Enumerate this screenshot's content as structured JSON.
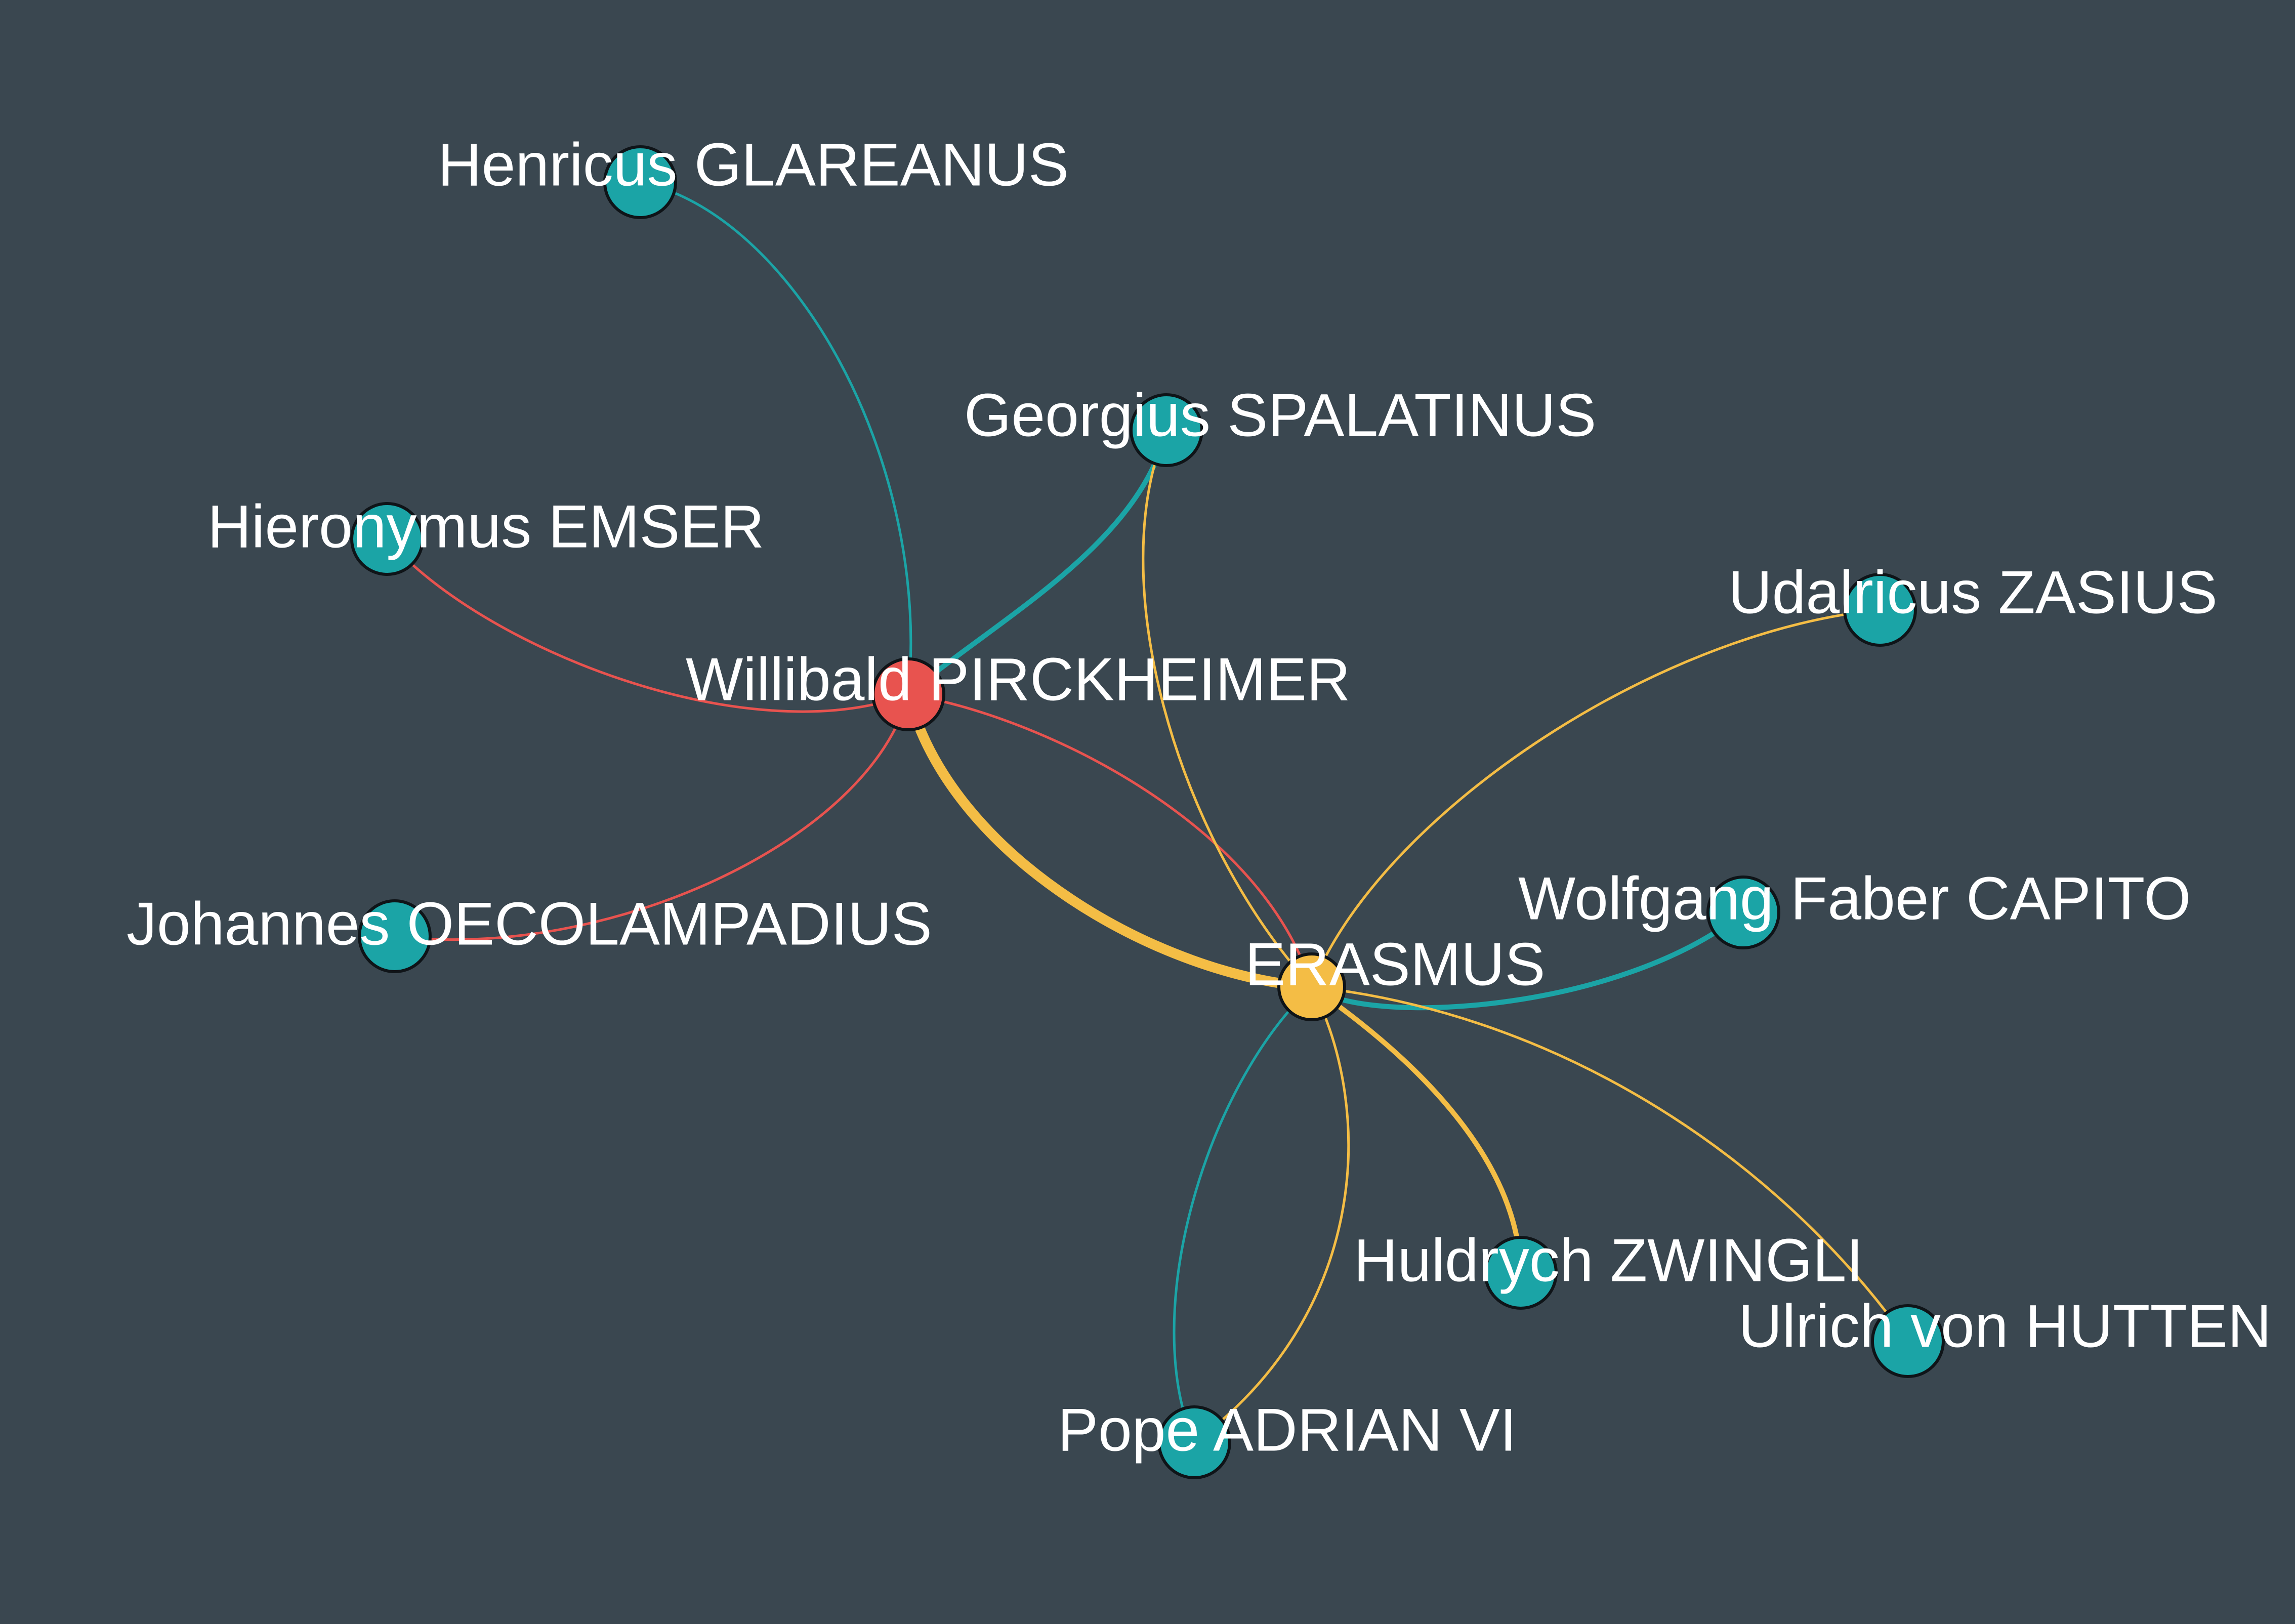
{
  "colors": {
    "background": "#3a4750",
    "teal": "#1ba4a6",
    "red": "#e8534f",
    "yellow": "#f4bd45",
    "label": "#ffffff"
  },
  "nodes": [
    {
      "id": "pirckheimer",
      "label": "Willibald PIRCKHEIMER",
      "color": "red"
    },
    {
      "id": "erasmus",
      "label": "ERASMUS",
      "color": "yellow"
    },
    {
      "id": "glareanus",
      "label": "Henricus GLAREANUS",
      "color": "teal"
    },
    {
      "id": "spalatinus",
      "label": "Georgius SPALATINUS",
      "color": "teal"
    },
    {
      "id": "emser",
      "label": "Hieronymus EMSER",
      "color": "teal"
    },
    {
      "id": "oecolampadius",
      "label": "Johannes OECOLAMPADIUS",
      "color": "teal"
    },
    {
      "id": "zasius",
      "label": "Udalricus ZASIUS",
      "color": "teal"
    },
    {
      "id": "capito",
      "label": "Wolfgang Faber CAPITO",
      "color": "teal"
    },
    {
      "id": "zwingli",
      "label": "Huldrych ZWINGLI",
      "color": "teal"
    },
    {
      "id": "hutten",
      "label": "Ulrich von HUTTEN",
      "color": "teal"
    },
    {
      "id": "adrian",
      "label": "Pope ADRIAN VI",
      "color": "teal"
    }
  ],
  "edges": [
    {
      "id": "glareanus-pirckheimer",
      "color": "teal",
      "weight": 1
    },
    {
      "id": "emser-pirckheimer",
      "color": "red",
      "weight": 1
    },
    {
      "id": "oecolampadius-pirckheimer",
      "color": "red",
      "weight": 1
    },
    {
      "id": "spalatinus-pirckheimer",
      "color": "teal",
      "weight": 2
    },
    {
      "id": "pirckheimer-erasmus-red",
      "color": "red",
      "weight": 1
    },
    {
      "id": "pirckheimer-erasmus-yellow",
      "color": "yellow",
      "weight": 4
    },
    {
      "id": "spalatinus-erasmus",
      "color": "yellow",
      "weight": 1
    },
    {
      "id": "zasius-erasmus",
      "color": "yellow",
      "weight": 1
    },
    {
      "id": "capito-erasmus",
      "color": "teal",
      "weight": 2
    },
    {
      "id": "zwingli-erasmus",
      "color": "yellow",
      "weight": 2
    },
    {
      "id": "hutten-erasmus",
      "color": "yellow",
      "weight": 1
    },
    {
      "id": "adrian-erasmus-teal",
      "color": "teal",
      "weight": 1
    },
    {
      "id": "adrian-erasmus-yellow",
      "color": "yellow",
      "weight": 1
    }
  ]
}
